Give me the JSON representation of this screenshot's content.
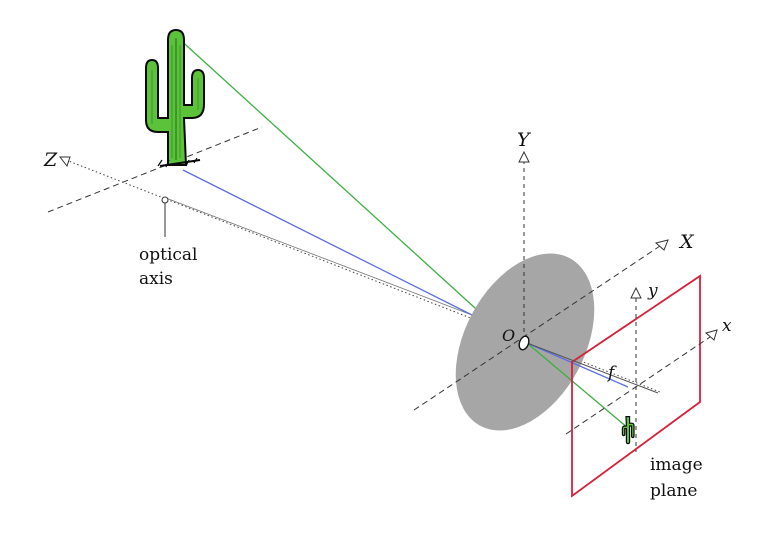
{
  "labels": {
    "Z": "Z",
    "Y": "Y",
    "X": "X",
    "y": "y",
    "x": "x",
    "origin": "O",
    "focal_length": "f",
    "optical_axis_line1": "optical",
    "optical_axis_line2": "axis",
    "image_plane_line1": "image",
    "image_plane_line2": "plane"
  },
  "colors": {
    "ray_green": "#3cb043",
    "ray_blue": "#5b6ee1",
    "image_plane": "#d8203a",
    "lens": "#a6a6a6",
    "axis": "#333333",
    "cactus": "#5cc23a",
    "cactus_outline": "#0a0a0a"
  },
  "icons": {
    "scene_object": "cactus-icon",
    "projected_object": "cactus-icon"
  }
}
